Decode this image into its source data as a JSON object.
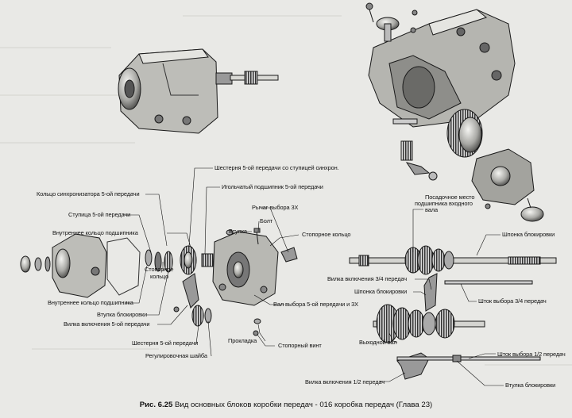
{
  "caption": {
    "figure": "Рис. 6.25",
    "text": "Вид основных блоков коробки передач - 016 коробка передач (Глава 23)"
  },
  "labels": {
    "gear5_hub": "Шестерня 5-ой передачи со ступицей синхрон.",
    "needle_bearing5": "Игольчатый подшипник 5-ой передачи",
    "sync_ring5": "Кольцо синхронизатора 5-ой передачи",
    "hub5": "Ступица 5-ой передачи",
    "inner_ring_bearing_top": "Внутреннее кольцо подшипника",
    "lever_3r": "Рычаг выбора 3Х",
    "bolt": "Болт",
    "bushing": "Втулка",
    "snap_ring_mid": "Стопорное кольцо",
    "snap_ring_left_1": "Стопорное",
    "snap_ring_left_2": "кольцо",
    "inner_ring_bearing_bottom": "Внутреннее кольцо подшипника",
    "lock_bushing_left": "Втулка блокировки",
    "fork5": "Вилка включения 5-ой передачи",
    "shaft_select_5r": "Вал выбора 5-ой передачи и 3Х",
    "gear5": "Шестерня 5-ой передачи",
    "adjust_washer": "Регулировочная шайба",
    "gasket": "Прокладка",
    "lock_screw": "Стопорный винт",
    "input_bearing_seat_1": "Посадочное место",
    "input_bearing_seat_2": "подшипника входного",
    "input_bearing_seat_3": "вала",
    "key_lock_right": "Шпонка блокировки",
    "fork34": "Вилка включения 3/4 передач",
    "key_lock_mid": "Шпонка блокировки",
    "rod34": "Шток выбора 3/4 передач",
    "output_shaft": "Выходной вал",
    "rod12": "Шток выбора 1/2 передач",
    "fork12": "Вилка включения 1/2 передач",
    "lock_bushing_right": "Втулка блокировки"
  }
}
